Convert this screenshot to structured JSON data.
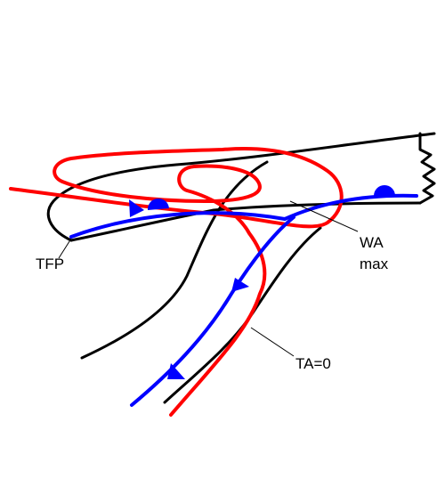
{
  "labels": {
    "tfp": "TFP",
    "wa_line1": "WA",
    "wa_line2": "max",
    "ta": "TA=0"
  },
  "colors": {
    "thermal_front_parameter_line": "#ff0000",
    "front_symbols": "#0000ff",
    "cloud_outline": "#000000"
  }
}
